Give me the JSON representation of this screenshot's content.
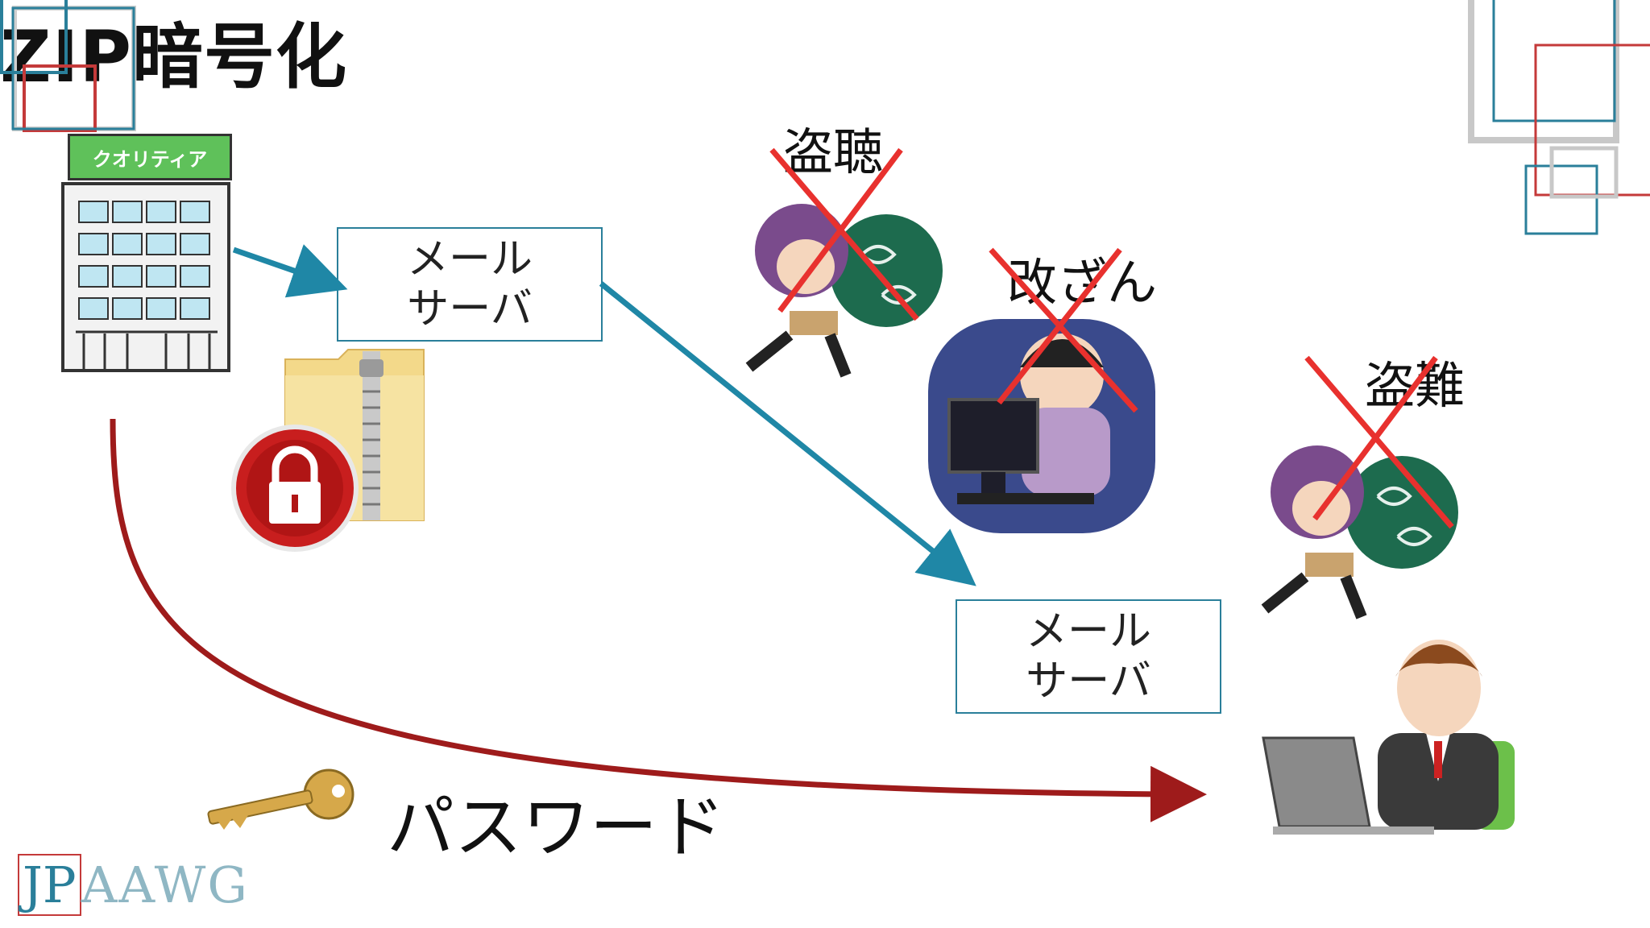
{
  "title": "ZIP暗号化",
  "company_sign": "クオリティア",
  "mail_server_1": {
    "line1": "メール",
    "line2": "サーバ"
  },
  "mail_server_2": {
    "line1": "メール",
    "line2": "サーバ"
  },
  "threats": {
    "eavesdrop": "盗聴",
    "tamper": "改ざん",
    "theft": "盗難"
  },
  "password_label": "パスワード",
  "logo": {
    "jp": "JP",
    "aawg": "AAWG"
  },
  "colors": {
    "accent_blue": "#1f87a6",
    "accent_red": "#9e1b1b",
    "cross_red": "#e8312e"
  }
}
